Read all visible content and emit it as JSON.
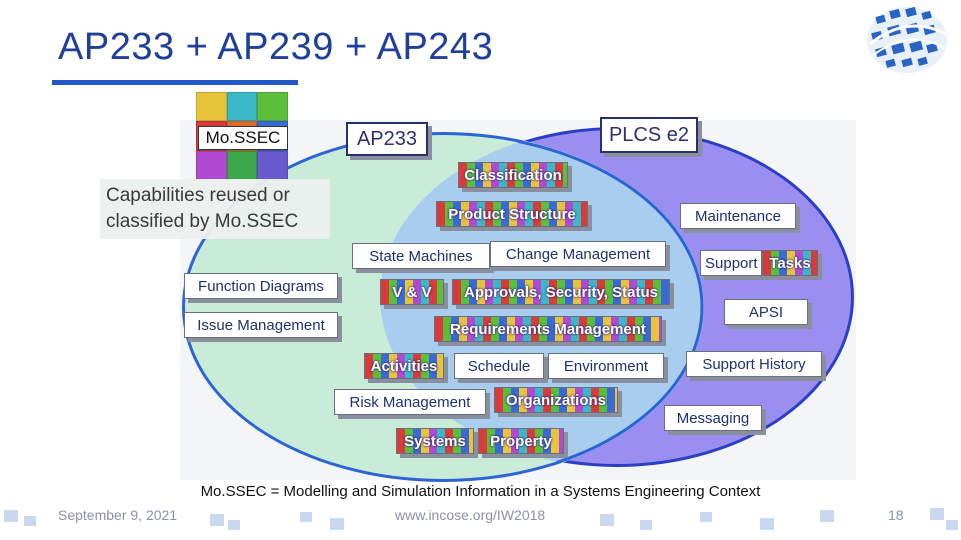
{
  "slide": {
    "title": "AP233 + AP239 + AP243",
    "caption": "Mo.SSEC = Modelling and Simulation Information in a Systems Engineering Context",
    "footer": {
      "date": "September 9, 2021",
      "url": "www.incose.org/IW2018",
      "page": "18"
    }
  },
  "diagram": {
    "logo_text": "Mo.SSEC",
    "reuse_note": "Capabilities reused or classified by Mo.SSEC",
    "sets": {
      "ap233": "AP233",
      "plcs": "PLCS e2"
    },
    "capabilities": {
      "classification": "Classification",
      "product_structure": "Product Structure",
      "maintenance": "Maintenance",
      "state_machines": "State Machines",
      "change_management": "Change Management",
      "support": "Support",
      "tasks": "Tasks",
      "function_diagrams": "Function Diagrams",
      "v_and_v": "V & V",
      "approvals": "Approvals, Security, Status",
      "apsi": "APSI",
      "issue_management": "Issue Management",
      "requirements_management": "Requirements Management",
      "activities": "Activities",
      "schedule": "Schedule",
      "environment": "Environment",
      "support_history": "Support History",
      "risk_management": "Risk Management",
      "organizations": "Organizations",
      "messaging": "Messaging",
      "systems": "Systems",
      "property": "Property"
    },
    "colors": {
      "ap233_fill": "#c9ecd9",
      "plcs_fill": "#9a8ff0",
      "overlap_fill": "#a9cdee",
      "title": "#1f3f9a"
    }
  }
}
